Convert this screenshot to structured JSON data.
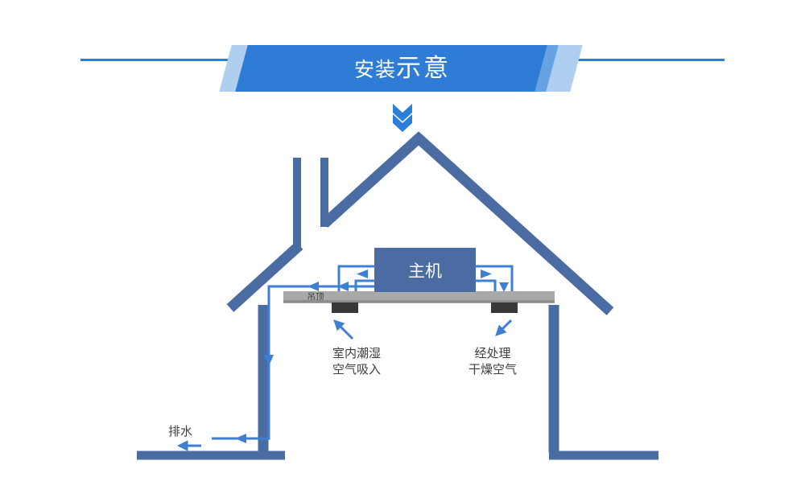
{
  "banner": {
    "title_small": "安装",
    "title_large": "示意"
  },
  "diagram": {
    "unit_label": "主机",
    "ceiling_label": "吊顶",
    "intake_line1": "室内潮湿",
    "intake_line2": "空气吸入",
    "outlet_line1": "经处理",
    "outlet_line2": "干燥空气",
    "drain_label": "排水"
  },
  "colors": {
    "accent": "#2b7fd8",
    "banner-main": "#2e7cd6",
    "banner-mid": "#66a3e4",
    "banner-light": "#aecff0",
    "structure": "#4a6ca3",
    "pipe": "#3f7fd2",
    "ceiling": "#a9a9a9",
    "ceiling-dark": "#8b8b8b",
    "block": "#383838",
    "label": "#3e3e3e"
  }
}
